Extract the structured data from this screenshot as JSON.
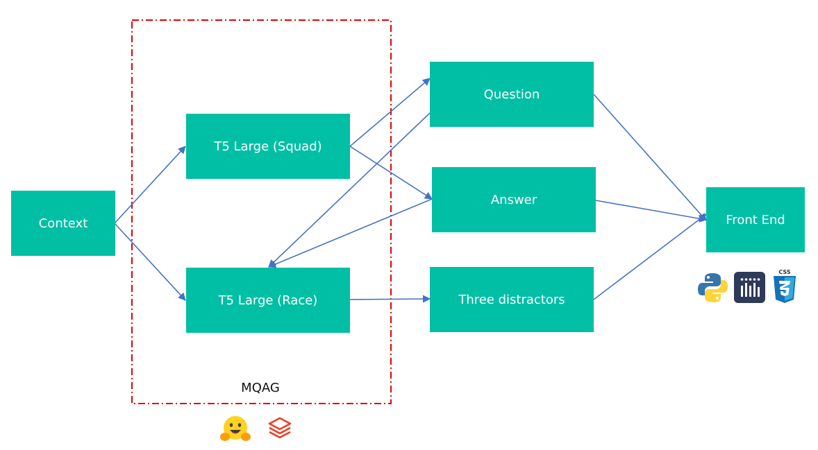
{
  "nodes": {
    "context": "Context",
    "t5_squad": "T5 Large (Squad)",
    "t5_race": "T5 Large (Race)",
    "question": "Question",
    "answer": "Answer",
    "distractors": "Three distractors",
    "front_end": "Front End"
  },
  "group": {
    "label": "MQAG"
  },
  "colors": {
    "node_fill": "#00bfa5",
    "arrow": "#4472c4",
    "group_border": "#e00000"
  },
  "logos": {
    "model_tools": [
      "hugging-face-icon",
      "layered-stack-icon"
    ],
    "front_end_tools": [
      "python-icon",
      "chart-app-icon",
      "css3-icon"
    ]
  }
}
